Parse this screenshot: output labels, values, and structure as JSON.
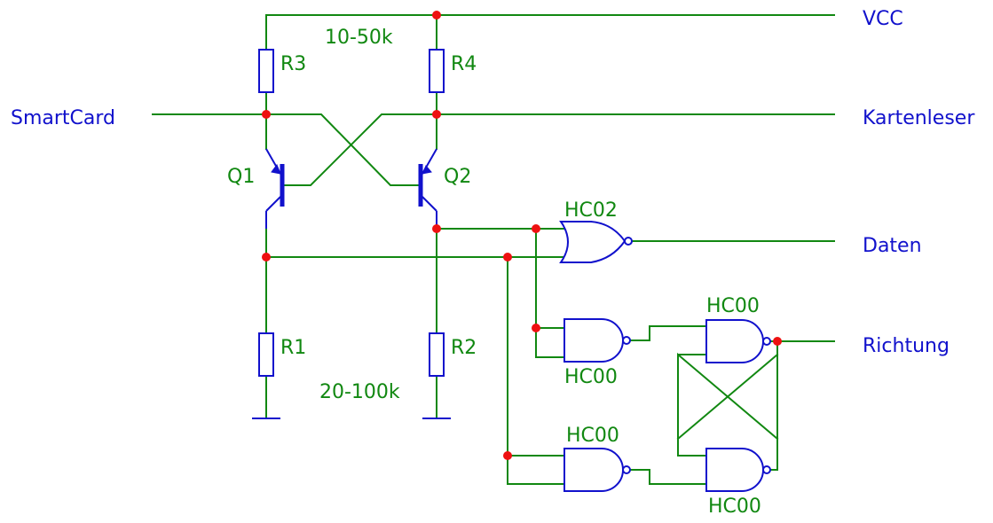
{
  "colors": {
    "wire": "#118811",
    "component": "#1111cc",
    "junction": "#ee1111",
    "label": "#118811",
    "net_label": "#1111cc",
    "background": "#ffffff"
  },
  "nets": {
    "vcc": "VCC",
    "smartcard": "SmartCard",
    "kartenleser": "Kartenleser",
    "daten": "Daten",
    "richtung": "Richtung"
  },
  "components": {
    "r3": "R3",
    "r4": "R4",
    "r1": "R1",
    "r2": "R2",
    "q1": "Q1",
    "q2": "Q2",
    "nor_gate": "HC02",
    "nand_a": "HC00",
    "nand_b": "HC00",
    "nand_c": "HC00",
    "nand_d": "HC00"
  },
  "values": {
    "pullup": "10-50k",
    "pulldown": "20-100k"
  }
}
